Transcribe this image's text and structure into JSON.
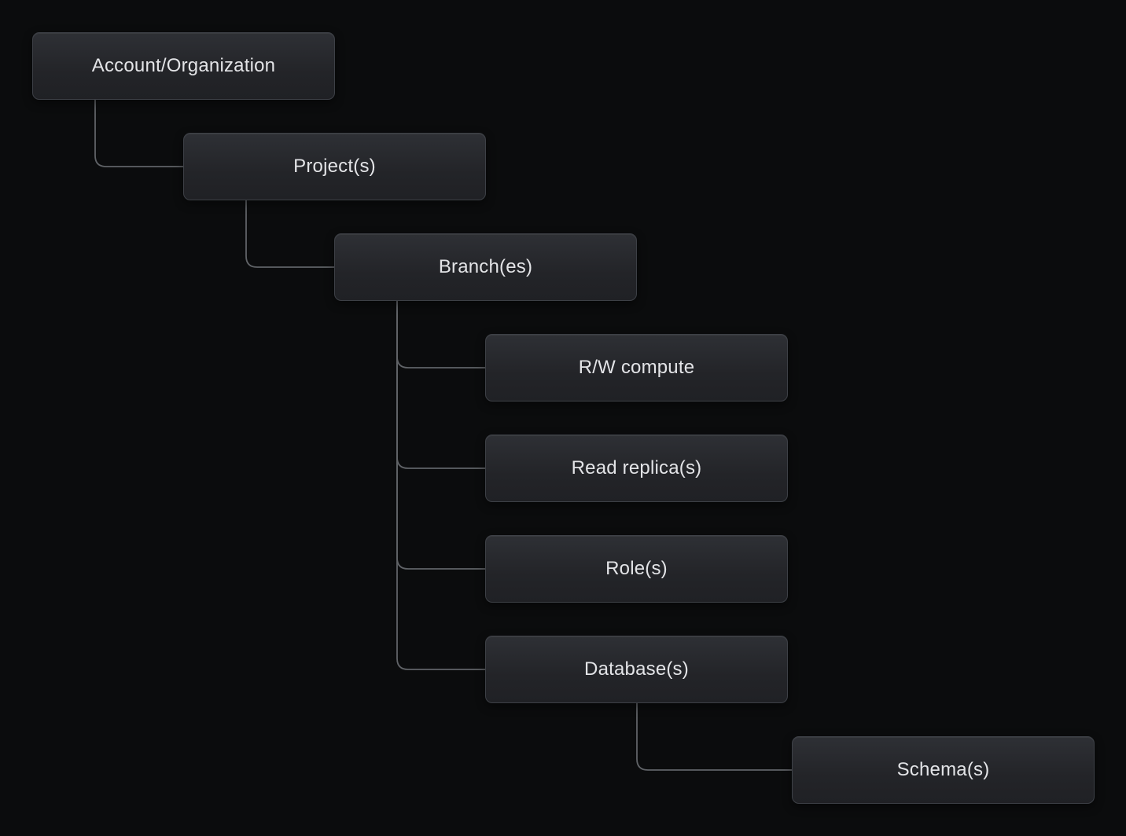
{
  "diagram": {
    "description": "Object hierarchy tree diagram",
    "nodes": [
      {
        "id": "account-organization",
        "label": "Account/Organization"
      },
      {
        "id": "projects",
        "label": "Project(s)"
      },
      {
        "id": "branches",
        "label": "Branch(es)"
      },
      {
        "id": "rw-compute",
        "label": "R/W compute"
      },
      {
        "id": "read-replicas",
        "label": "Read replica(s)"
      },
      {
        "id": "roles",
        "label": "Role(s)"
      },
      {
        "id": "databases",
        "label": "Database(s)"
      },
      {
        "id": "schemas",
        "label": "Schema(s)"
      }
    ],
    "edges": [
      {
        "from": "account-organization",
        "to": "projects"
      },
      {
        "from": "projects",
        "to": "branches"
      },
      {
        "from": "branches",
        "to": "rw-compute"
      },
      {
        "from": "branches",
        "to": "read-replicas"
      },
      {
        "from": "branches",
        "to": "roles"
      },
      {
        "from": "branches",
        "to": "databases"
      },
      {
        "from": "databases",
        "to": "schemas"
      }
    ],
    "colors": {
      "background": "#0b0c0d",
      "node_fill_top": "#2e3035",
      "node_fill_bottom": "#202125",
      "node_border": "#3d4046",
      "node_text": "#e3e4e7",
      "connector": "#606367"
    }
  }
}
